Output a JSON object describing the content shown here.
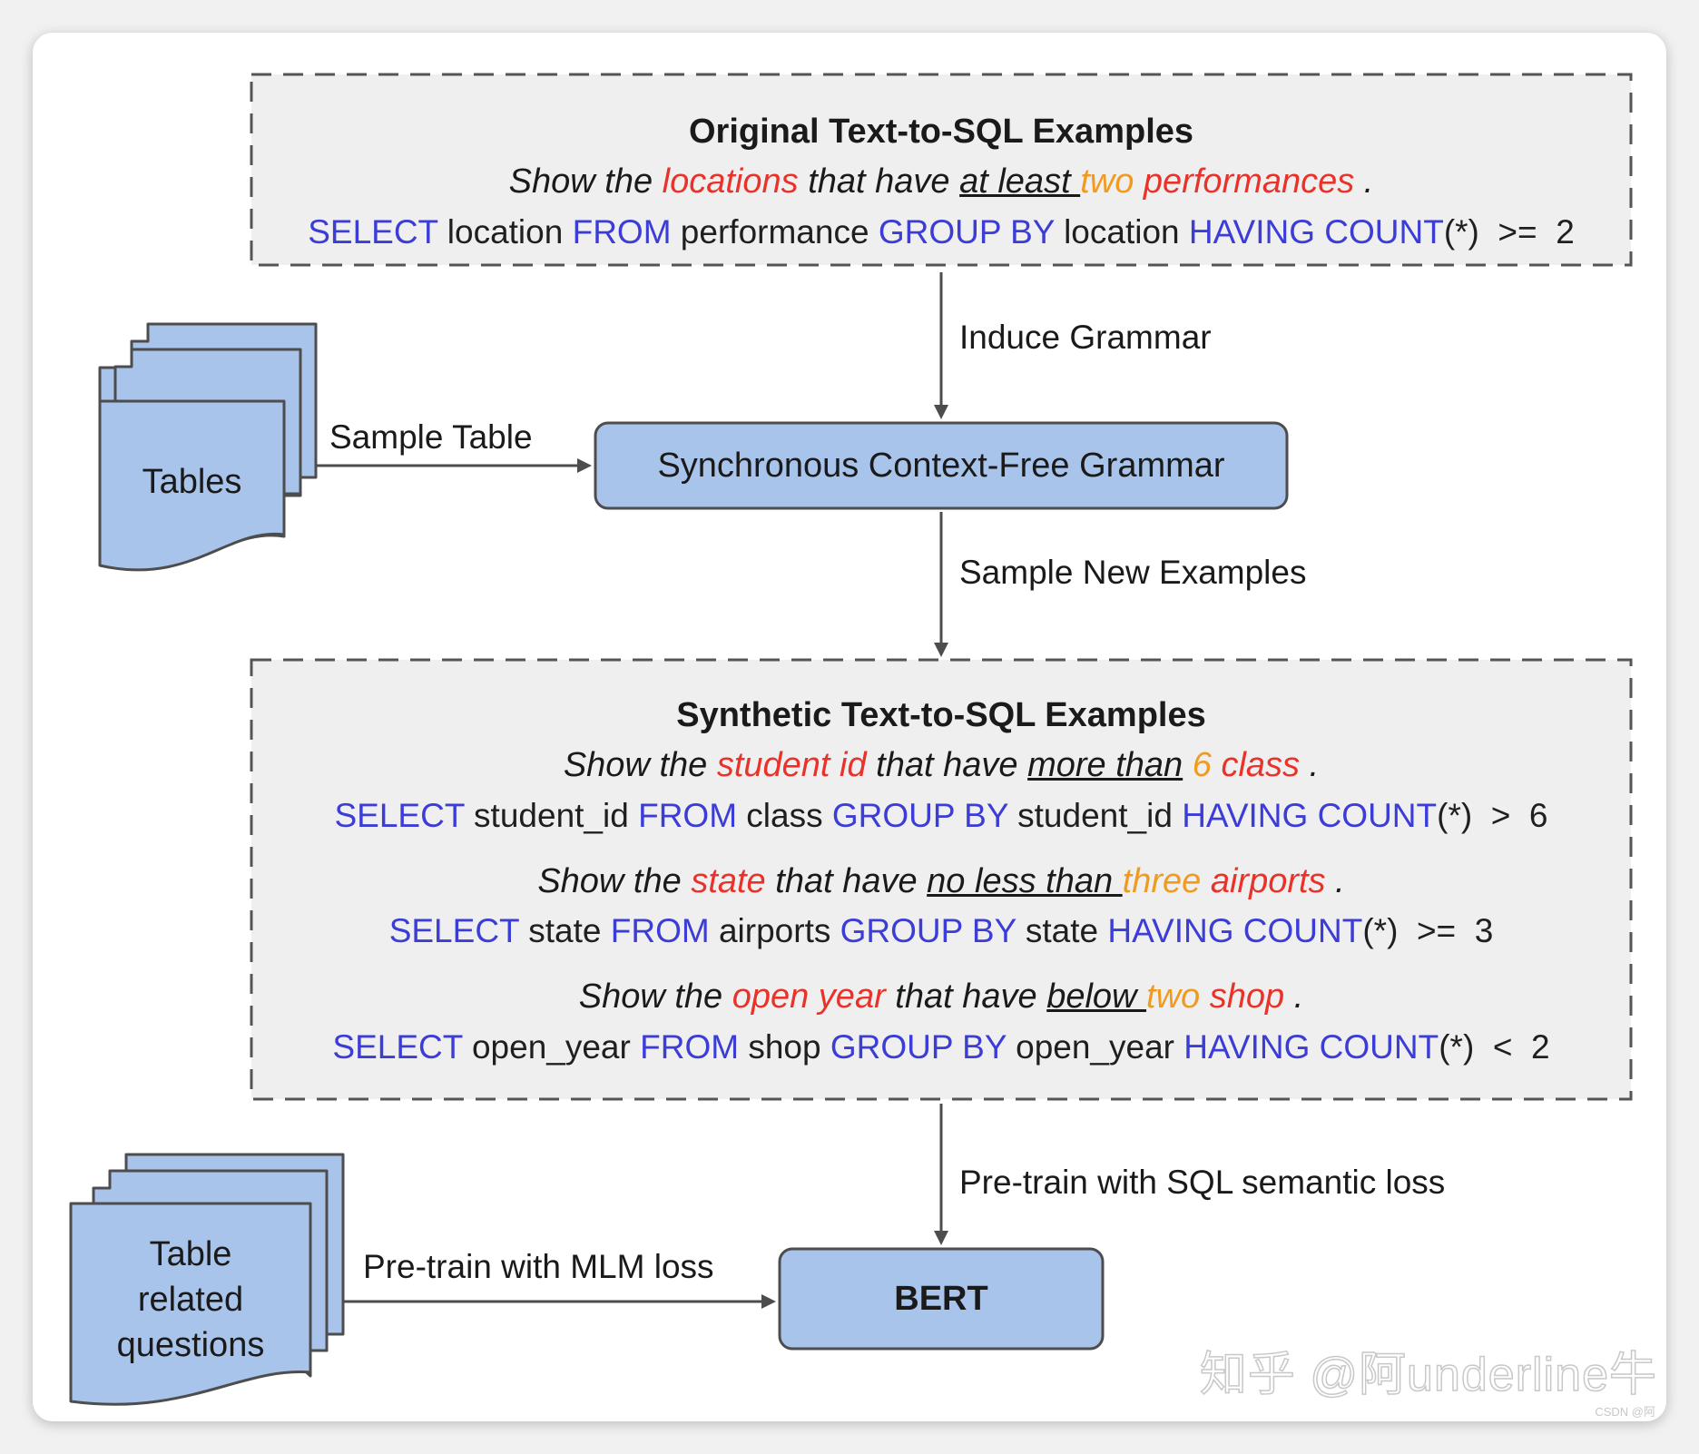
{
  "original_box": {
    "title": "Original Text-to-SQL Examples",
    "question": [
      {
        "text": "Show the ",
        "style": "plain"
      },
      {
        "text": "locations",
        "style": "col"
      },
      {
        "text": " that have ",
        "style": "plain"
      },
      {
        "text": "at least ",
        "style": "ul"
      },
      {
        "text": "two",
        "style": "num"
      },
      {
        "text": " ",
        "style": "plain"
      },
      {
        "text": "performances",
        "style": "col"
      },
      {
        "text": " .",
        "style": "plain"
      }
    ],
    "sql": [
      {
        "text": "SELECT",
        "style": "kw"
      },
      {
        "text": " location ",
        "style": "plain"
      },
      {
        "text": "FROM",
        "style": "kw"
      },
      {
        "text": " performance ",
        "style": "plain"
      },
      {
        "text": "GROUP BY",
        "style": "kw"
      },
      {
        "text": " location ",
        "style": "plain"
      },
      {
        "text": "HAVING COUNT",
        "style": "kw"
      },
      {
        "text": "(*)  >=  2",
        "style": "plain"
      }
    ]
  },
  "edges": {
    "induce_grammar": "Induce Grammar",
    "sample_table": "Sample Table",
    "sample_new_examples": "Sample New Examples",
    "pretrain_sql": "Pre-train with SQL semantic loss",
    "pretrain_mlm": "Pre-train with MLM loss"
  },
  "nodes": {
    "tables": "Tables",
    "scfg": "Synchronous Context-Free Grammar",
    "table_questions": [
      "Table",
      "related",
      "questions"
    ],
    "bert": "BERT"
  },
  "synthetic_box": {
    "title": "Synthetic Text-to-SQL Examples",
    "examples": [
      {
        "question": [
          {
            "text": "Show the ",
            "style": "plain"
          },
          {
            "text": "student id",
            "style": "col"
          },
          {
            "text": " that have ",
            "style": "plain"
          },
          {
            "text": "more than",
            "style": "ul"
          },
          {
            "text": " ",
            "style": "plain"
          },
          {
            "text": "6",
            "style": "num"
          },
          {
            "text": " ",
            "style": "plain"
          },
          {
            "text": "class",
            "style": "col"
          },
          {
            "text": " .",
            "style": "plain"
          }
        ],
        "sql": [
          {
            "text": "SELECT",
            "style": "kw"
          },
          {
            "text": " student_id ",
            "style": "plain"
          },
          {
            "text": "FROM",
            "style": "kw"
          },
          {
            "text": " class ",
            "style": "plain"
          },
          {
            "text": "GROUP BY",
            "style": "kw"
          },
          {
            "text": " student_id ",
            "style": "plain"
          },
          {
            "text": "HAVING COUNT",
            "style": "kw"
          },
          {
            "text": "(*)  >  6",
            "style": "plain"
          }
        ]
      },
      {
        "question": [
          {
            "text": "Show the ",
            "style": "plain"
          },
          {
            "text": "state",
            "style": "col"
          },
          {
            "text": " that have ",
            "style": "plain"
          },
          {
            "text": "no less than ",
            "style": "ul"
          },
          {
            "text": "three",
            "style": "num"
          },
          {
            "text": " ",
            "style": "plain"
          },
          {
            "text": "airports",
            "style": "col"
          },
          {
            "text": " .",
            "style": "plain"
          }
        ],
        "sql": [
          {
            "text": "SELECT",
            "style": "kw"
          },
          {
            "text": " state ",
            "style": "plain"
          },
          {
            "text": "FROM",
            "style": "kw"
          },
          {
            "text": " airports ",
            "style": "plain"
          },
          {
            "text": "GROUP BY",
            "style": "kw"
          },
          {
            "text": " state ",
            "style": "plain"
          },
          {
            "text": "HAVING COUNT",
            "style": "kw"
          },
          {
            "text": "(*)  >=  3",
            "style": "plain"
          }
        ]
      },
      {
        "question": [
          {
            "text": "Show the ",
            "style": "plain"
          },
          {
            "text": "open year",
            "style": "col"
          },
          {
            "text": " that have ",
            "style": "plain"
          },
          {
            "text": "below ",
            "style": "ul"
          },
          {
            "text": "two",
            "style": "num"
          },
          {
            "text": " ",
            "style": "plain"
          },
          {
            "text": "shop",
            "style": "col"
          },
          {
            "text": " .",
            "style": "plain"
          }
        ],
        "sql": [
          {
            "text": "SELECT",
            "style": "kw"
          },
          {
            "text": " open_year ",
            "style": "plain"
          },
          {
            "text": "FROM",
            "style": "kw"
          },
          {
            "text": " shop ",
            "style": "plain"
          },
          {
            "text": "GROUP BY",
            "style": "kw"
          },
          {
            "text": " open_year ",
            "style": "plain"
          },
          {
            "text": "HAVING COUNT",
            "style": "kw"
          },
          {
            "text": "(*)  <  2",
            "style": "plain"
          }
        ]
      }
    ]
  },
  "watermark": "知乎 @阿underline牛",
  "watermark_small": "CSDN @阿"
}
